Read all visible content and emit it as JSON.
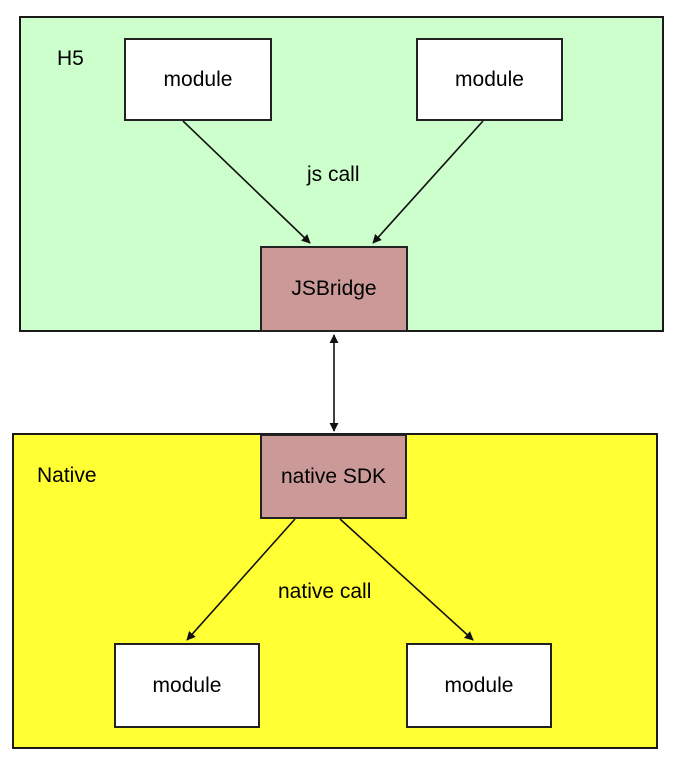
{
  "colors": {
    "h5_region": "#ccffcc",
    "native_region": "#ffff33",
    "module_box": "#ffffff",
    "bridge_box": "#cc9999",
    "stroke": "#111111"
  },
  "h5": {
    "label": "H5",
    "modules": [
      "module",
      "module"
    ],
    "call_label": "js call",
    "bridge": "JSBridge"
  },
  "native": {
    "label": "Native",
    "sdk": "native SDK",
    "call_label": "native call",
    "modules": [
      "module",
      "module"
    ]
  }
}
